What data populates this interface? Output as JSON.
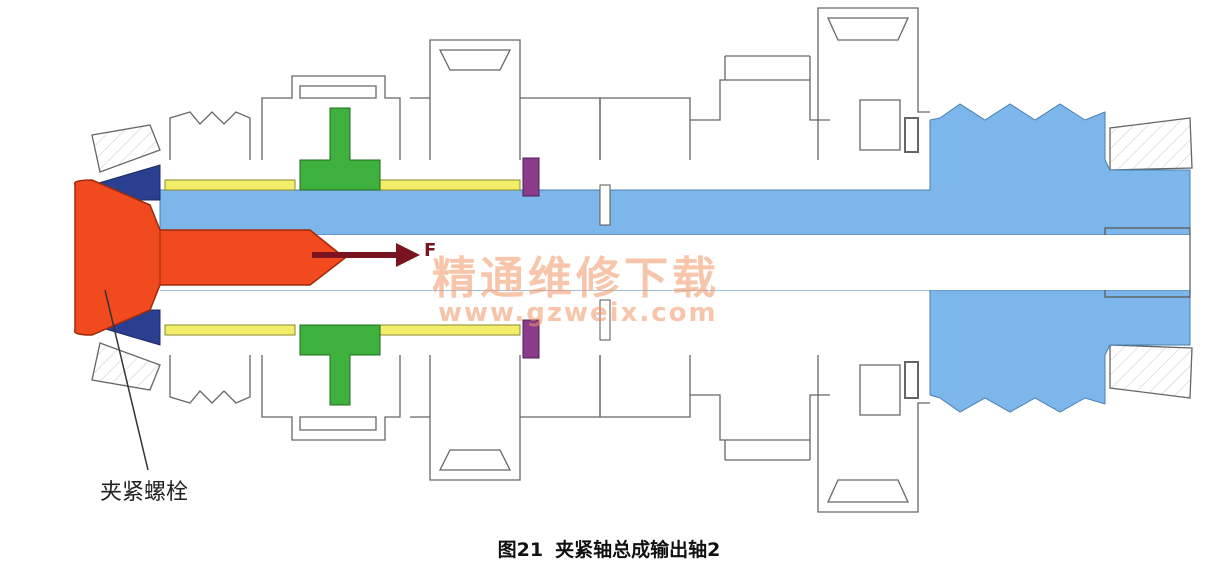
{
  "figure": {
    "caption_number": "图21",
    "caption_title": "夹紧轴总成输出轴2",
    "callout_label": "夹紧螺栓",
    "force_label": "F",
    "watermark": {
      "title": "精通维修下载",
      "url": "www.gzweix.com"
    }
  },
  "colors": {
    "shaft_blue": "#7db6ea",
    "bolt_red": "#f04a1e",
    "cone_navy": "#2a3f8f",
    "sleeve_yellow": "#f2ee6a",
    "hub_green": "#3db03d",
    "ring_purple": "#8a3c8a",
    "arrow_dark_red": "#7a1420",
    "line_gray": "#555555"
  }
}
